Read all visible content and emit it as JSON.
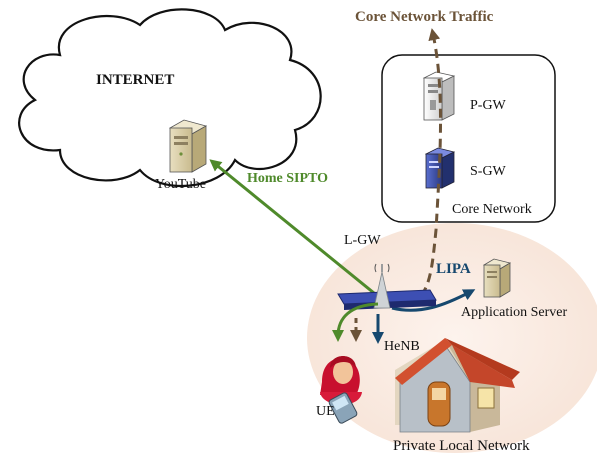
{
  "labels": {
    "internet": "INTERNET",
    "youtube": "YouTube",
    "home_sipto": "Home SIPTO",
    "core_network_traffic": "Core Network Traffic",
    "pgw": "P-GW",
    "sgw": "S-GW",
    "core_network": "Core Network",
    "lgw": "L-GW",
    "lipa": "LIPA",
    "application_server": "Application Server",
    "henb": "HeNB",
    "ue": "UE",
    "private_local_network": "Private Local Network"
  },
  "colors": {
    "sipto_green": "#4f8a2b",
    "lipa_blue": "#16486e",
    "core_brown": "#6b5338",
    "local_network_bg": "#fbeee6"
  },
  "icons": {
    "youtube_server": "server-icon",
    "pgw_server": "server-icon",
    "sgw_server": "server-icon",
    "application_server": "server-icon",
    "henb": "base-station-icon",
    "ue": "user-phone-icon",
    "home": "house-icon"
  }
}
